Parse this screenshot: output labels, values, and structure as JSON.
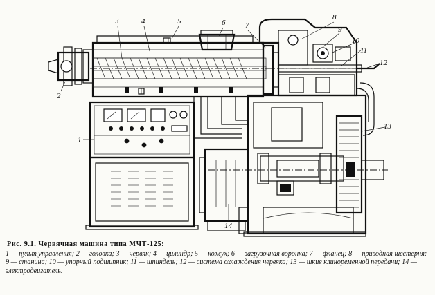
{
  "figure": {
    "callouts": [
      "1",
      "2",
      "3",
      "4",
      "5",
      "6",
      "7",
      "8",
      "9",
      "10",
      "11",
      "12",
      "13",
      "14"
    ]
  },
  "caption": {
    "title": "Рис.  9.1.  Червячная  машина  типа  МЧТ-125:",
    "body": "1 — пульт управления; 2 — головка; 3 — червяк; 4 — цилиндр; 5 — кожух; 6 — загрузочная воронка; 7 — фланец; 8 — приводная шестерня; 9 — станина; 10 — упорный подшипник; 11 — шпиндель; 12 — система охлаждения червяка; 13 — шкив клиноременной передачи; 14 — электродвигатель."
  }
}
